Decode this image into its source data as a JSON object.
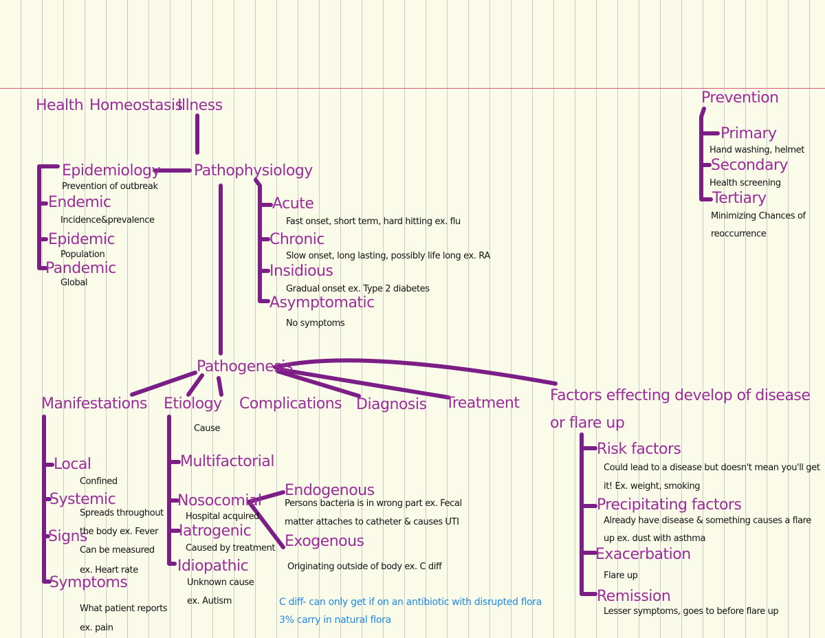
{
  "colors": {
    "ink": "#9a2d9a",
    "line": "#7b1f86",
    "note": "#111111",
    "blue": "#1e88e5",
    "margin": "#e05576",
    "paper": "#fbfbea"
  },
  "top": {
    "health": "Health",
    "homeostasis": "Homeostasis",
    "illness": "Illness"
  },
  "pathophysiology": "Pathophysiology",
  "epi": {
    "epidemiology": "Epidemiology",
    "epidemiology_note": "Prevention of outbreak",
    "endemic": "Endemic",
    "endemic_note": "Incidence&prevalence",
    "epidemic": "Epidemic",
    "epidemic_note": "Population",
    "pandemic": "Pandemic",
    "pandemic_note": "Global"
  },
  "onset": {
    "acute": "Acute",
    "acute_note": "Fast onset, short term, hard hitting ex. flu",
    "chronic": "Chronic",
    "chronic_note": "Slow onset, long lasting, possibly life long ex. RA",
    "insidious": "Insidious",
    "insidious_note": "Gradual onset ex. Type 2 diabetes",
    "asymptomatic": "Asymptomatic",
    "asymptomatic_note": "No symptoms"
  },
  "prevention": {
    "title": "Prevention",
    "primary": "Primary",
    "primary_note": "Hand washing, helmet",
    "secondary": "Secondary",
    "secondary_note": "Health screening",
    "tertiary": "Tertiary",
    "tertiary_note_1": "Minimizing Chances of",
    "tertiary_note_2": "reoccurrence"
  },
  "pathogenesis": "Pathogenesis",
  "branches": {
    "manifestations": "Manifestations",
    "etiology": "Etiology",
    "complications": "Complications",
    "diagnosis": "Diagnosis",
    "treatment": "Treatment",
    "factors_1": "Factors effecting develop of disease",
    "factors_2": "or flare up"
  },
  "manifest": {
    "local": "Local",
    "local_note": "Confined",
    "systemic": "Systemic",
    "systemic_note_1": "Spreads throughout",
    "systemic_note_2": "the body ex. Fever",
    "signs": "Signs",
    "signs_note_1": "Can be measured",
    "signs_note_2": "ex. Heart rate",
    "symptoms": "Symptoms",
    "symptoms_note_1": "What patient reports",
    "symptoms_note_2": "ex. pain"
  },
  "etio": {
    "cause": "Cause",
    "multifactorial": "Multifactorial",
    "nosocomial": "Nosocomial",
    "nosocomial_note": "Hospital acquired",
    "iatrogenic": "Iatrogenic",
    "iatrogenic_note": "Caused by treatment",
    "idiopathic": "Idiopathic",
    "idiopathic_note_1": "Unknown cause",
    "idiopathic_note_2": "ex. Autism",
    "endogenous": "Endogenous",
    "endogenous_note_1": "Persons bacteria is in wrong part ex. Fecal",
    "endogenous_note_2": "matter attaches to catheter & causes UTI",
    "exogenous": "Exogenous",
    "exogenous_note": "Originating outside of body ex. C diff",
    "cdiff_1": "C diff- can only get if on an antibiotic with disrupted flora",
    "cdiff_2": "3% carry in natural flora"
  },
  "factors": {
    "risk": "Risk factors",
    "risk_note_1": "Could lead to a disease but doesn't mean you'll get",
    "risk_note_2": "it! Ex. weight, smoking",
    "precipitating": "Precipitating factors",
    "precipitating_note_1": "Already have disease & something causes a flare",
    "precipitating_note_2": "up ex. dust with asthma",
    "exacerbation": "Exacerbation",
    "exacerbation_note": "Flare up",
    "remission": "Remission",
    "remission_note": "Lesser symptoms, goes to before flare up"
  }
}
